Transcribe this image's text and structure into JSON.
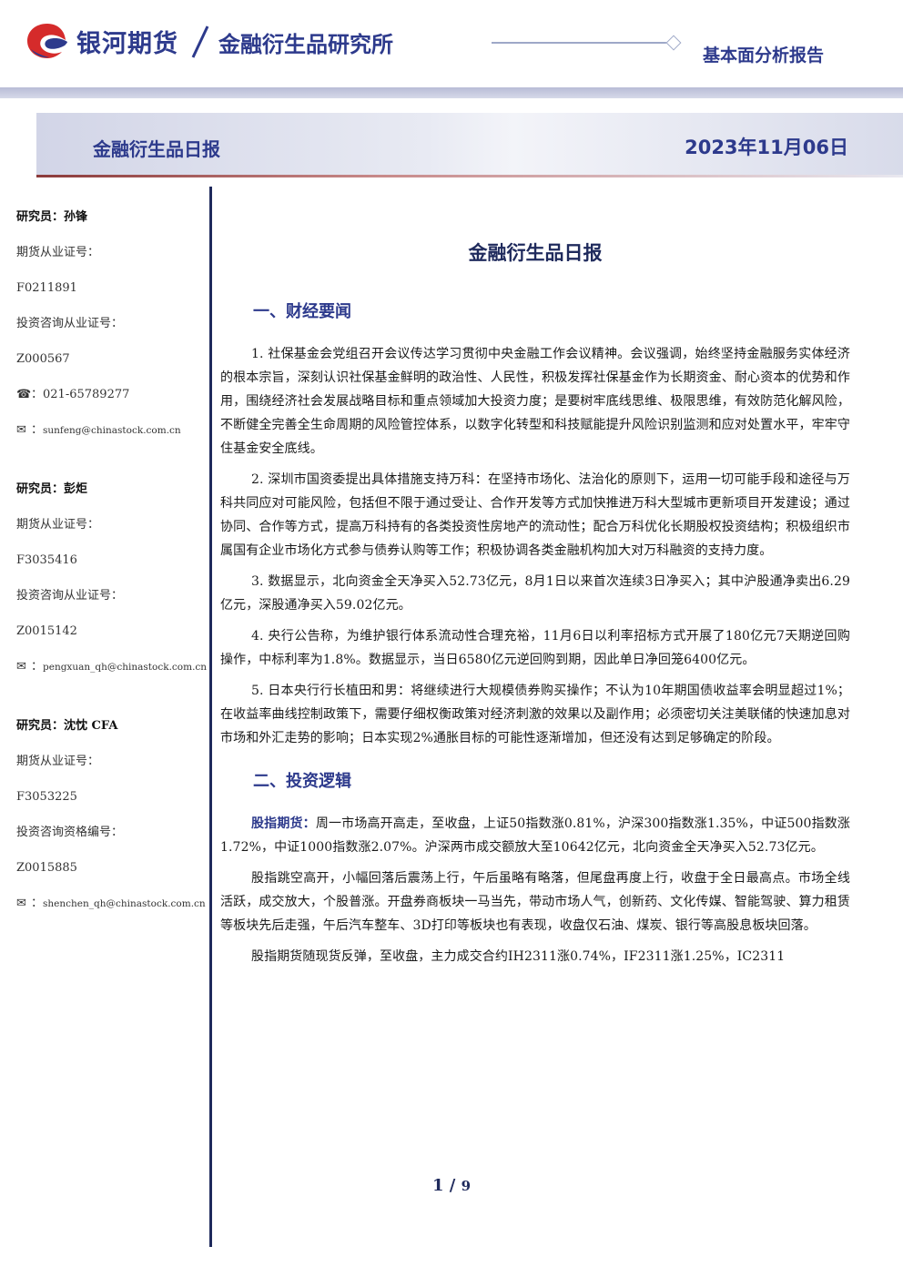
{
  "header": {
    "brand": "银河期货",
    "institute": "金融衍生品研究所",
    "report_type": "基本面分析报告"
  },
  "banner": {
    "title": "金融衍生品日报",
    "date": "2023年11月06日"
  },
  "researchers": [
    {
      "name_line": "研究员：孙锋",
      "cert_label": "期货从业证号：",
      "cert_value": "F0211891",
      "consult_label": "投资咨询从业证号：",
      "consult_value": "Z000567",
      "phone": "021-65789277",
      "email": "sunfeng@chinastock.com.cn"
    },
    {
      "name_line": "研究员：彭炬",
      "cert_label": "期货从业证号：",
      "cert_value": "F3035416",
      "consult_label": "投资咨询从业证号：",
      "consult_value": "Z0015142",
      "email": "pengxuan_qh@chinastock.com.cn"
    },
    {
      "name_line": "研究员：沈忱  CFA",
      "cert_label": "期货从业证号：",
      "cert_value": "F3053225",
      "consult_label": "投资咨询资格编号：",
      "consult_value": "Z0015885",
      "email": "shenchen_qh@chinastock.com.cn"
    }
  ],
  "icons": {
    "phone": "phone-icon",
    "email": "email-icon",
    "logo": "galaxy-logo-icon"
  },
  "colors": {
    "brand_blue": "#2d3a8c",
    "logo_red": "#d52b2b",
    "divider": "#1f2a5c"
  },
  "main": {
    "title": "金融衍生品日报",
    "section1": {
      "heading": "一、财经要闻",
      "paragraphs": [
        "1. 社保基金会党组召开会议传达学习贯彻中央金融工作会议精神。会议强调，始终坚持金融服务实体经济的根本宗旨，深刻认识社保基金鲜明的政治性、人民性，积极发挥社保基金作为长期资金、耐心资本的优势和作用，围绕经济社会发展战略目标和重点领域加大投资力度；是要树牢底线思维、极限思维，有效防范化解风险，不断健全完善全生命周期的风险管控体系，以数字化转型和科技赋能提升风险识别监测和应对处置水平，牢牢守住基金安全底线。",
        "2. 深圳市国资委提出具体措施支持万科：在坚持市场化、法治化的原则下，运用一切可能手段和途径与万科共同应对可能风险，包括但不限于通过受让、合作开发等方式加快推进万科大型城市更新项目开发建设；通过协同、合作等方式，提高万科持有的各类投资性房地产的流动性；配合万科优化长期股权投资结构；积极组织市属国有企业市场化方式参与债券认购等工作；积极协调各类金融机构加大对万科融资的支持力度。",
        "3. 数据显示，北向资金全天净买入52.73亿元，8月1日以来首次连续3日净买入；其中沪股通净卖出6.29亿元，深股通净买入59.02亿元。",
        "4. 央行公告称，为维护银行体系流动性合理充裕，11月6日以利率招标方式开展了180亿元7天期逆回购操作，中标利率为1.8%。数据显示，当日6580亿元逆回购到期，因此单日净回笼6400亿元。",
        "5. 日本央行行长植田和男：将继续进行大规模债券购买操作；不认为10年期国债收益率会明显超过1%；在收益率曲线控制政策下，需要仔细权衡政策对经济刺激的效果以及副作用；必须密切关注美联储的快速加息对市场和外汇走势的影响；日本实现2%通胀目标的可能性逐渐增加，但还没有达到足够确定的阶段。"
      ]
    },
    "section2": {
      "heading": "二、投资逻辑",
      "lead": "股指期货：",
      "p1": "周一市场高开高走，至收盘，上证50指数涨0.81%，沪深300指数涨1.35%，中证500指数涨1.72%，中证1000指数涨2.07%。沪深两市成交额放大至10642亿元，北向资金全天净买入52.73亿元。",
      "p2": "股指跳空高开，小幅回落后震荡上行，午后虽略有略落，但尾盘再度上行，收盘于全日最高点。市场全线活跃，成交放大，个股普涨。开盘券商板块一马当先，带动市场人气，创新药、文化传媒、智能驾驶、算力租赁等板块先后走强，午后汽车整车、3D打印等板块也有表现，收盘仅石油、煤炭、银行等高股息板块回落。",
      "p3": "股指期货随现货反弹，至收盘，主力成交合约IH2311涨0.74%，IF2311涨1.25%，IC2311"
    }
  },
  "footer": {
    "page": "1",
    "separator": "/",
    "total": "9"
  }
}
